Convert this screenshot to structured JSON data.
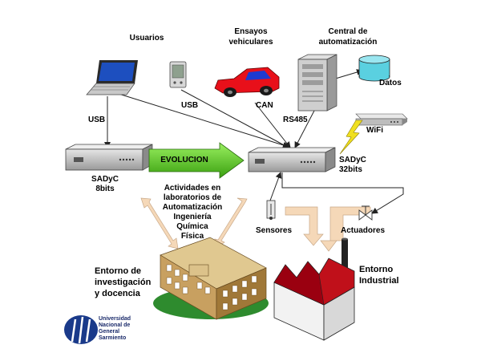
{
  "labels": {
    "usuarios": "Usuarios",
    "ensayos_line1": "Ensayos",
    "ensayos_line2": "vehiculares",
    "central_line1": "Central de",
    "central_line2": "automatización",
    "datos": "Datos",
    "usb_left": "USB",
    "usb_mid": "USB",
    "can": "CAN",
    "rs485": "RS485",
    "wifi": "WiFi",
    "evolucion": "EVOLUCION",
    "sadyc8_line1": "SADyC",
    "sadyc8_line2": "8bits",
    "sadyc32_line1": "SADyC",
    "sadyc32_line2": "32bits",
    "actividades": [
      "Actividades en",
      "laboratorios de",
      "Automatización",
      "Ingeniería",
      "Química",
      "Física"
    ],
    "sensores": "Sensores",
    "actuadores": "Actuadores",
    "entorno_inv": [
      "Entorno de",
      "investigación",
      "y docencia"
    ],
    "entorno_ind": [
      "Entorno",
      "Industrial"
    ]
  },
  "university": {
    "lines": [
      "Universidad",
      "Nacional de",
      "General",
      "Sarmiento"
    ]
  },
  "colors": {
    "evolucion_arrow": "#55cc22",
    "car": "#e8101a",
    "factory_roof": "#c0101a",
    "building": "#c8a060",
    "grass": "#2e8b2e",
    "datos_cylinder": "#5ad0e0",
    "logo_blue": "#1a3a8a",
    "lightning": "#f0e020",
    "peach_arrow": "#f5d8b8"
  }
}
